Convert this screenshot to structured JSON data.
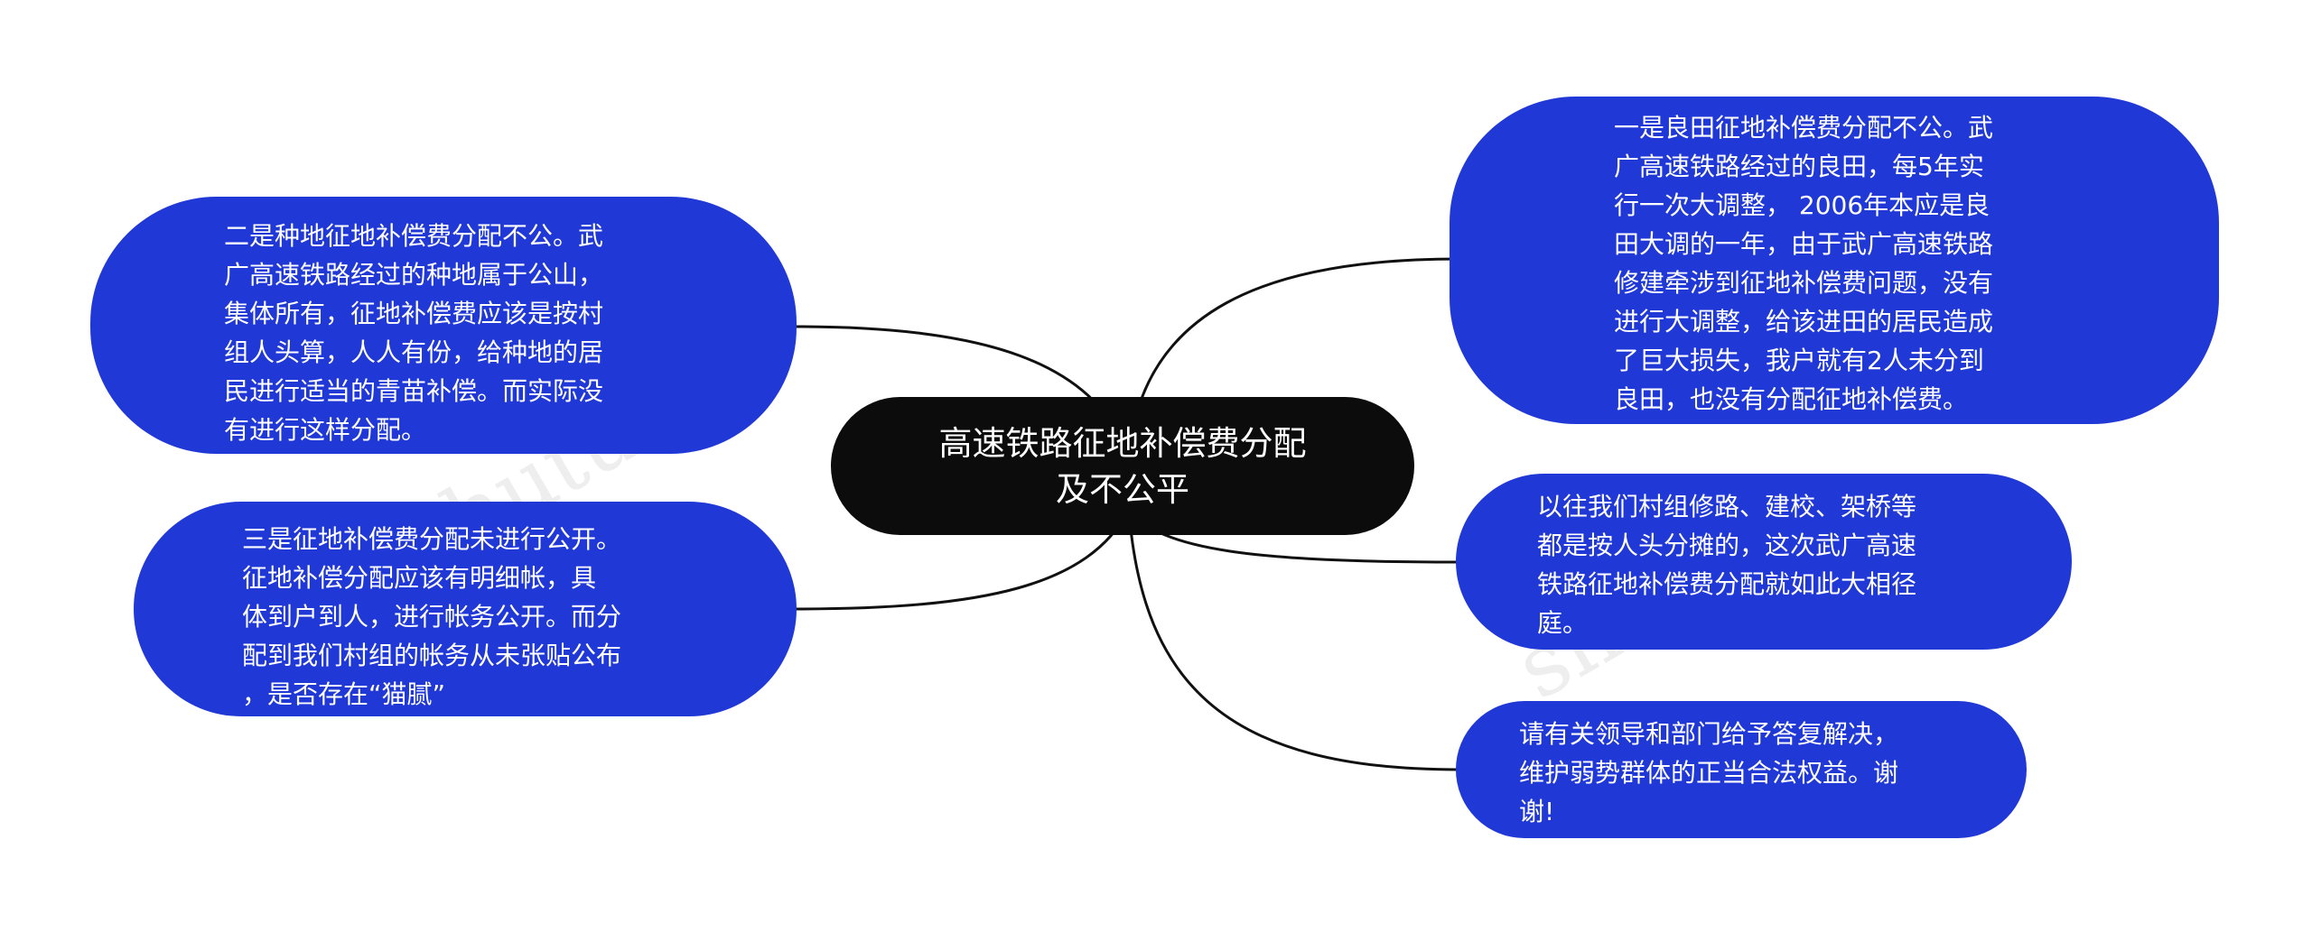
{
  "colors": {
    "node_fill": "#2039d6",
    "central_fill": "#0c0c0c",
    "connector": "#111111",
    "background": "#ffffff"
  },
  "watermark": {
    "text": "shutu.cn"
  },
  "central": {
    "text": "高速铁路征地补偿费分配\n及不公平"
  },
  "left_nodes": [
    {
      "text": "二是种地征地补偿费分配不公。武\n广高速铁路经过的种地属于公山，\n集体所有，征地补偿费应该是按村\n组人头算，人人有份，给种地的居\n民进行适当的青苗补偿。而实际没\n有进行这样分配。"
    },
    {
      "text": "三是征地补偿费分配未进行公开。\n征地补偿分配应该有明细帐，具\n体到户到人，进行帐务公开。而分\n配到我们村组的帐务从未张贴公布\n，是否存在“猫腻”"
    }
  ],
  "right_nodes": [
    {
      "text": "一是良田征地补偿费分配不公。武\n广高速铁路经过的良田，每5年实\n行一次大调整， 2006年本应是良\n田大调的一年，由于武广高速铁路\n修建牵涉到征地补偿费问题，没有\n进行大调整，给该进田的居民造成\n了巨大损失，我户就有2人未分到\n良田，也没有分配征地补偿费。"
    },
    {
      "text": "以往我们村组修路、建校、架桥等\n都是按人头分摊的，这次武广高速\n铁路征地补偿费分配就如此大相径\n庭。"
    },
    {
      "text": "请有关领导和部门给予答复解决，\n维护弱势群体的正当合法权益。谢\n谢!"
    }
  ]
}
